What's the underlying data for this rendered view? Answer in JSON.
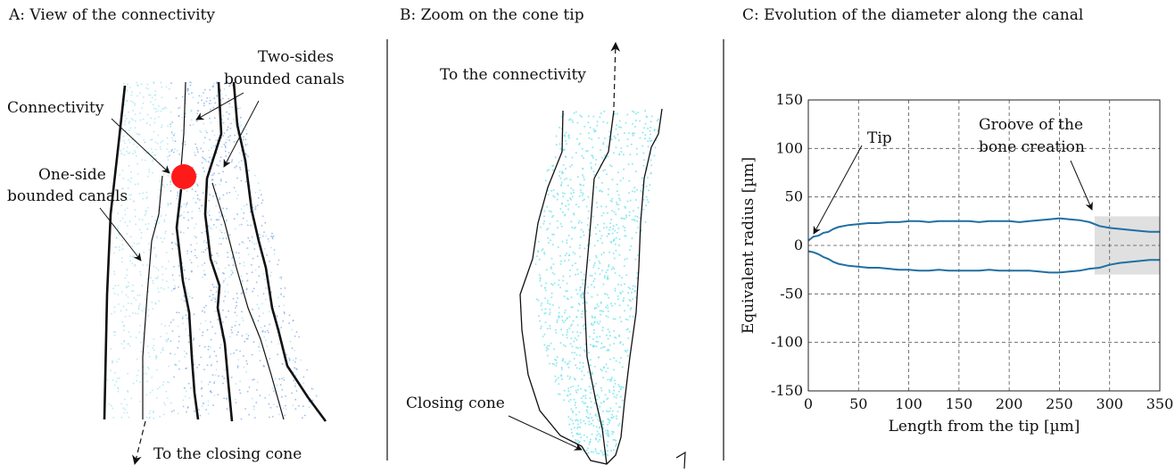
{
  "panels": {
    "a": {
      "title": "A: View of the connectivity",
      "labels": {
        "connectivity": "Connectivity",
        "two_sides_1": "Two-sides",
        "two_sides_2": "bounded canals",
        "one_side_1": "One-side",
        "one_side_2": "bounded canals",
        "to_cone": "To the closing cone"
      },
      "colors": {
        "connectivity_marker": "#ff1a1a",
        "points_light": "#9fe3f0",
        "points_dark": "#7fa7e8"
      }
    },
    "b": {
      "title": "B: Zoom on the cone tip",
      "labels": {
        "to_connectivity": "To the connectivity",
        "closing_cone": "Closing cone"
      },
      "colors": {
        "points": "#74e3ec"
      }
    },
    "c": {
      "title": "C: Evolution of the diameter along the canal",
      "annotations": {
        "tip": "Tip",
        "groove_1": "Groove of the",
        "groove_2": "bone creation"
      },
      "colors": {
        "curve": "#1f6fa3",
        "band": "#e0e0e0"
      }
    }
  },
  "chart_data": {
    "type": "line",
    "title": "",
    "xlabel": "Length from the tip [µm]",
    "ylabel": "Equivalent radius [µm]",
    "xlim": [
      0,
      350
    ],
    "ylim": [
      -150,
      150
    ],
    "xticks": [
      0,
      50,
      100,
      150,
      200,
      250,
      300,
      350
    ],
    "yticks": [
      150,
      100,
      50,
      0,
      -50,
      -100,
      -150
    ],
    "grid": true,
    "shaded_region": {
      "x": [
        285,
        350
      ],
      "y": [
        -30,
        30
      ]
    },
    "series": [
      {
        "x": [
          0,
          5,
          10,
          15,
          20,
          25,
          30,
          40,
          50,
          60,
          70,
          80,
          90,
          100,
          110,
          120,
          130,
          140,
          150,
          160,
          170,
          180,
          190,
          200,
          210,
          220,
          230,
          240,
          250,
          260,
          270,
          280,
          290,
          300,
          310,
          320,
          330,
          340,
          350
        ],
        "values": [
          5,
          9,
          10,
          13,
          14,
          17,
          19,
          21,
          22,
          23,
          23,
          24,
          24,
          25,
          25,
          24,
          25,
          25,
          25,
          25,
          24,
          25,
          25,
          25,
          24,
          25,
          26,
          27,
          28,
          27,
          26,
          24,
          20,
          18,
          17,
          16,
          15,
          14,
          14
        ]
      },
      {
        "x": [
          0,
          5,
          10,
          15,
          20,
          25,
          30,
          40,
          50,
          60,
          70,
          80,
          90,
          100,
          110,
          120,
          130,
          140,
          150,
          160,
          170,
          180,
          190,
          200,
          210,
          220,
          230,
          240,
          250,
          260,
          270,
          280,
          290,
          300,
          310,
          320,
          330,
          340,
          350
        ],
        "values": [
          -6,
          -7,
          -9,
          -12,
          -14,
          -17,
          -19,
          -21,
          -22,
          -23,
          -23,
          -24,
          -25,
          -25,
          -26,
          -26,
          -25,
          -26,
          -26,
          -26,
          -26,
          -25,
          -26,
          -26,
          -26,
          -26,
          -27,
          -28,
          -28,
          -27,
          -26,
          -24,
          -23,
          -20,
          -18,
          -17,
          -16,
          -15,
          -15
        ]
      }
    ]
  }
}
